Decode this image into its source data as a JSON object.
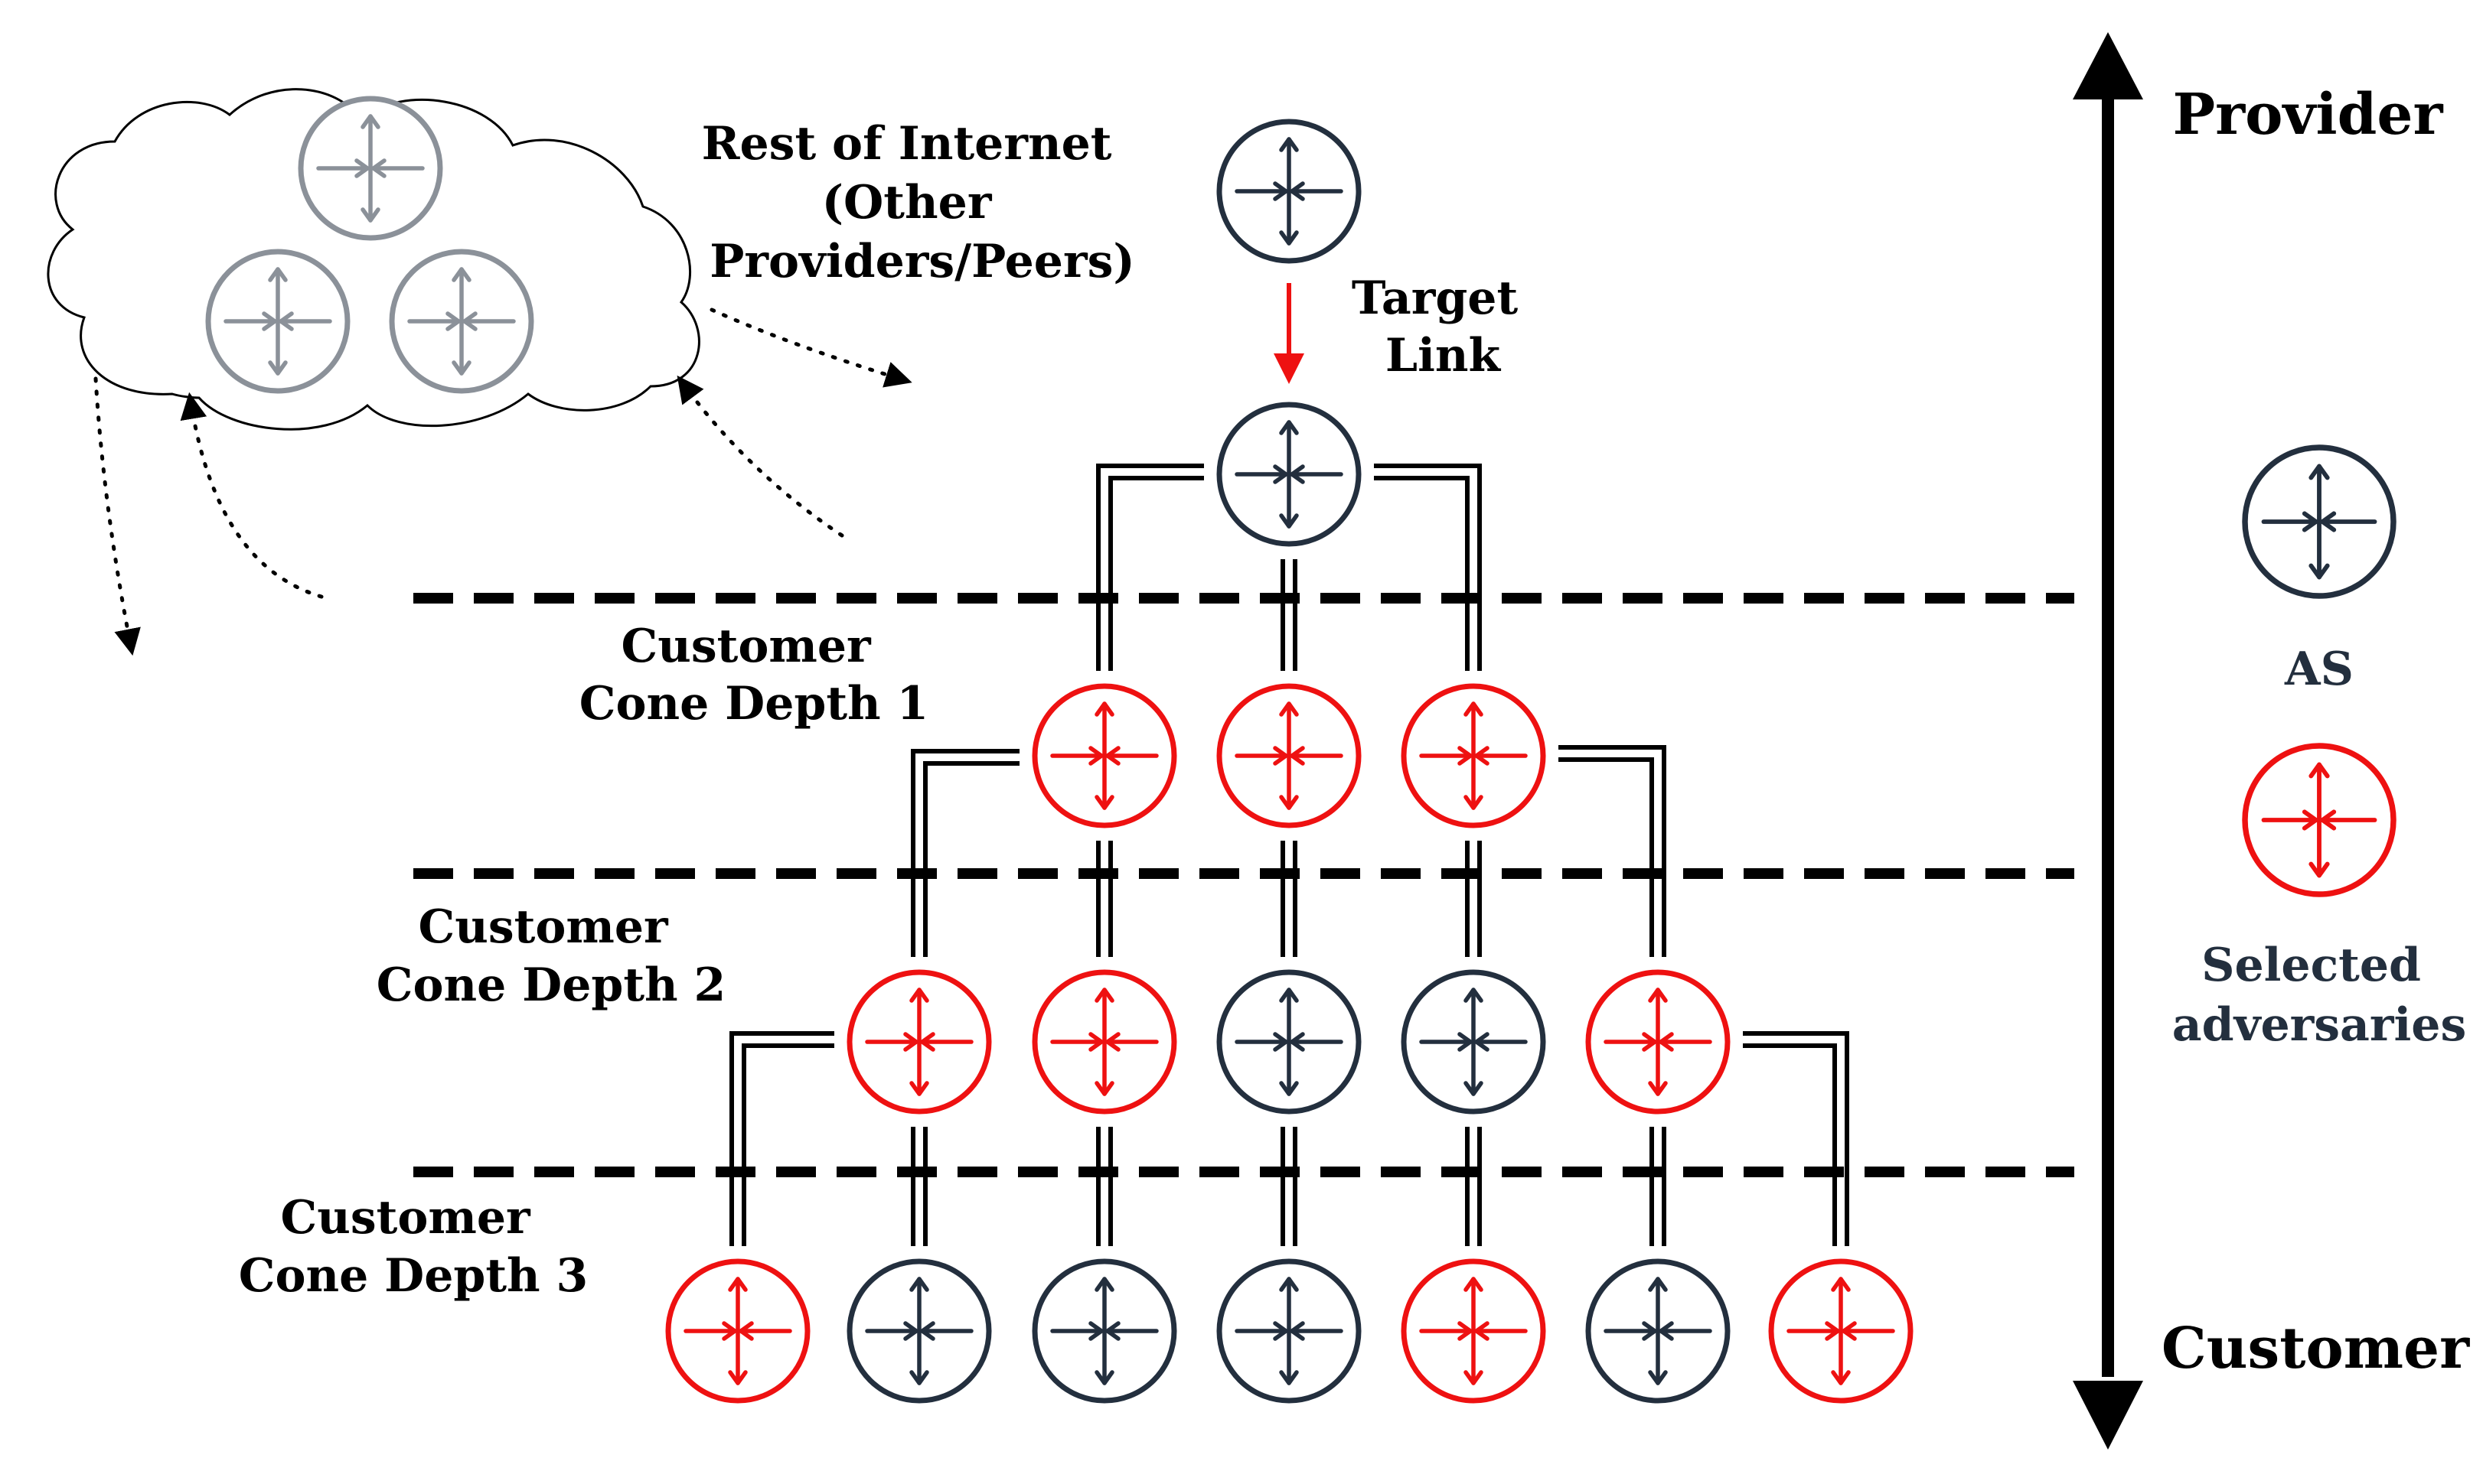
{
  "colors": {
    "as_node": "#232f3e",
    "adversary_node": "#ee1111",
    "internet_node": "#8b9199",
    "target_arrow": "#ee1111",
    "lines": "#000000"
  },
  "cloud": {
    "label_lines": [
      "Rest of Internet",
      "(Other",
      "Providers/Peers)"
    ]
  },
  "target": {
    "label_lines": [
      "Target",
      "Link"
    ]
  },
  "depth_labels": [
    {
      "lines": [
        "Customer",
        "Cone Depth 1"
      ]
    },
    {
      "lines": [
        "Customer",
        "Cone Depth 2"
      ]
    },
    {
      "lines": [
        "Customer",
        "Cone Depth 3"
      ]
    }
  ],
  "axis": {
    "top_label": "Provider",
    "bottom_label": "Customer"
  },
  "legend": {
    "as_label": "AS",
    "adversary_label_lines": [
      "Selected",
      "adversaries"
    ]
  },
  "tree": {
    "depth_1": [
      "adversary",
      "adversary",
      "adversary"
    ],
    "depth_2": [
      "adversary",
      "adversary",
      "as",
      "as",
      "adversary"
    ],
    "depth_3": [
      "adversary",
      "as",
      "as",
      "as",
      "adversary",
      "as",
      "adversary"
    ]
  },
  "icons": {
    "router": "router-icon",
    "arrow": "arrow-icon",
    "cloud": "cloud-icon"
  }
}
